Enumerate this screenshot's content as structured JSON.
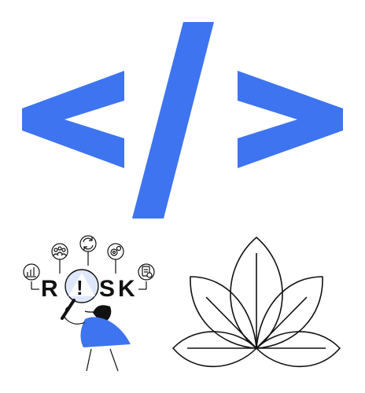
{
  "colors": {
    "accent": "#3e74f0",
    "ink": "#111111",
    "background": "#ffffff",
    "pale_blue": "#dfe7fb"
  },
  "code_icon": {
    "name": "code-brackets-icon"
  },
  "risk_illustration": {
    "letters": [
      "R",
      "!",
      "S",
      "K"
    ],
    "icons": [
      "chart-icon",
      "team-icon",
      "refresh-icon",
      "settings-icon",
      "checklist-icon"
    ]
  },
  "lotus_icon": {
    "name": "lotus-icon"
  }
}
